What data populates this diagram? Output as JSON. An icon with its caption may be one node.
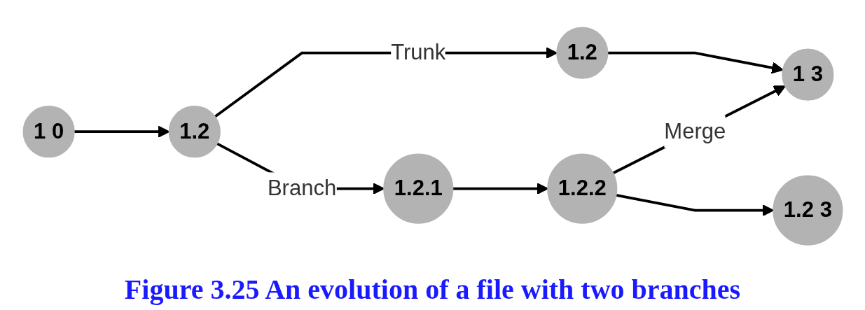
{
  "diagram": {
    "caption": "Figure 3.25 An evolution of a file with two branches",
    "nodes": [
      {
        "text": [
          "1 0"
        ]
      },
      {
        "text": [
          "1.2"
        ]
      },
      {
        "text": [
          "1.2"
        ]
      },
      {
        "text": [
          "1 3"
        ]
      },
      {
        "text": [
          "1.2.1"
        ]
      },
      {
        "text": [
          "1.2.2"
        ]
      },
      {
        "text": [
          "1.2 3"
        ]
      }
    ],
    "edges": [
      {
        "from": 0,
        "to": 1,
        "arrow": "to"
      },
      {
        "from": 1,
        "to": 2,
        "arrow": "to",
        "label": "Trunk"
      },
      {
        "from": 2,
        "to": 3,
        "arrow": "to"
      },
      {
        "from": 1,
        "to": 4,
        "arrow": "to",
        "label": "Branch"
      },
      {
        "from": 4,
        "to": 5,
        "arrow": "to"
      },
      {
        "from": 5,
        "to": 3,
        "arrow": "to",
        "label": "Merge"
      },
      {
        "from": 5,
        "to": 6,
        "arrow": "to"
      }
    ]
  }
}
